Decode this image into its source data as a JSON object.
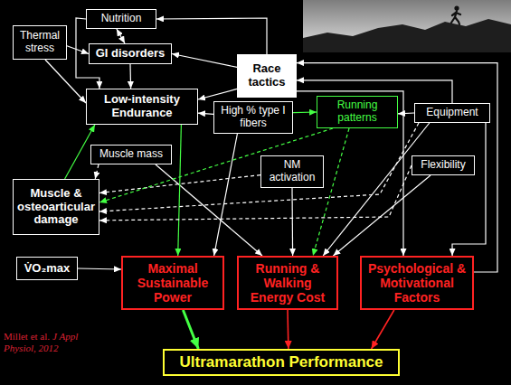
{
  "diagram": {
    "nodes": [
      {
        "text": [
          "Nutrition"
        ]
      },
      {
        "text": [
          "Thermal stress"
        ]
      },
      {
        "text": [
          "GI disorders"
        ]
      },
      {
        "text": [
          "Race tactics"
        ]
      },
      {
        "text": [
          "Low-intensity Endurance"
        ]
      },
      {
        "text": [
          "High % type I fibers"
        ]
      },
      {
        "text": [
          "Running patterns"
        ]
      },
      {
        "text": [
          "Equipment"
        ]
      },
      {
        "text": [
          "Muscle mass"
        ]
      },
      {
        "text": [
          "NM activation"
        ]
      },
      {
        "text": [
          "Flexibility"
        ]
      },
      {
        "text": [
          "Muscle & osteoarticular damage"
        ]
      },
      {
        "text": [
          "V̇O₂max"
        ]
      },
      {
        "text": [
          "Maximal Sustainable Power"
        ]
      },
      {
        "text": [
          "Running & Walking Energy Cost"
        ]
      },
      {
        "text": [
          "Psychological & Motivational Factors"
        ]
      },
      {
        "text": [
          "Ultramarathon Performance"
        ]
      }
    ],
    "edges": [
      {
        "from": 0,
        "to": 2,
        "arrow": "both"
      },
      {
        "from": 3,
        "to": 0,
        "arrow": "to"
      },
      {
        "from": 3,
        "to": 2,
        "arrow": "to"
      },
      {
        "from": 3,
        "to": 4,
        "arrow": "to"
      },
      {
        "from": 1,
        "to": 4,
        "arrow": "to"
      },
      {
        "from": 1,
        "to": 2,
        "arrow": "to"
      },
      {
        "from": 2,
        "to": 4,
        "arrow": "to"
      },
      {
        "from": 0,
        "to": 4,
        "arrow": "to"
      },
      {
        "from": 5,
        "to": 4,
        "arrow": "to"
      },
      {
        "from": 5,
        "to": 6,
        "arrow": "to"
      },
      {
        "from": 7,
        "to": 6,
        "arrow": "to"
      },
      {
        "from": 7,
        "to": 3,
        "arrow": "to"
      },
      {
        "from": 15,
        "to": 3,
        "arrow": "to"
      },
      {
        "from": 3,
        "to": 15,
        "arrow": "to"
      },
      {
        "from": 7,
        "to": 15,
        "arrow": "to"
      },
      {
        "from": 7,
        "to": 14,
        "arrow": "to"
      },
      {
        "from": 10,
        "to": 14,
        "arrow": "to"
      },
      {
        "from": 8,
        "to": 14,
        "arrow": "to"
      },
      {
        "from": 9,
        "to": 14,
        "arrow": "to"
      },
      {
        "from": 6,
        "to": 14,
        "arrow": "to"
      },
      {
        "from": 5,
        "to": 13,
        "arrow": "to"
      },
      {
        "from": 4,
        "to": 13,
        "arrow": "to"
      },
      {
        "from": 11,
        "to": 4,
        "arrow": "to"
      },
      {
        "from": 12,
        "to": 13,
        "arrow": "to"
      },
      {
        "from": 8,
        "to": 11,
        "arrow": "to"
      },
      {
        "from": 9,
        "to": 11,
        "arrow": "to"
      },
      {
        "from": 6,
        "to": 11,
        "arrow": "to"
      },
      {
        "from": 7,
        "to": 11,
        "arrow": "to"
      },
      {
        "from": 10,
        "to": 11,
        "arrow": "to"
      },
      {
        "from": 13,
        "to": 16,
        "arrow": "to"
      },
      {
        "from": 14,
        "to": 16,
        "arrow": "to"
      },
      {
        "from": 15,
        "to": 16,
        "arrow": "to"
      }
    ],
    "labels": [
      "Millet et al.",
      "J Appl Physiol, 2012"
    ]
  }
}
